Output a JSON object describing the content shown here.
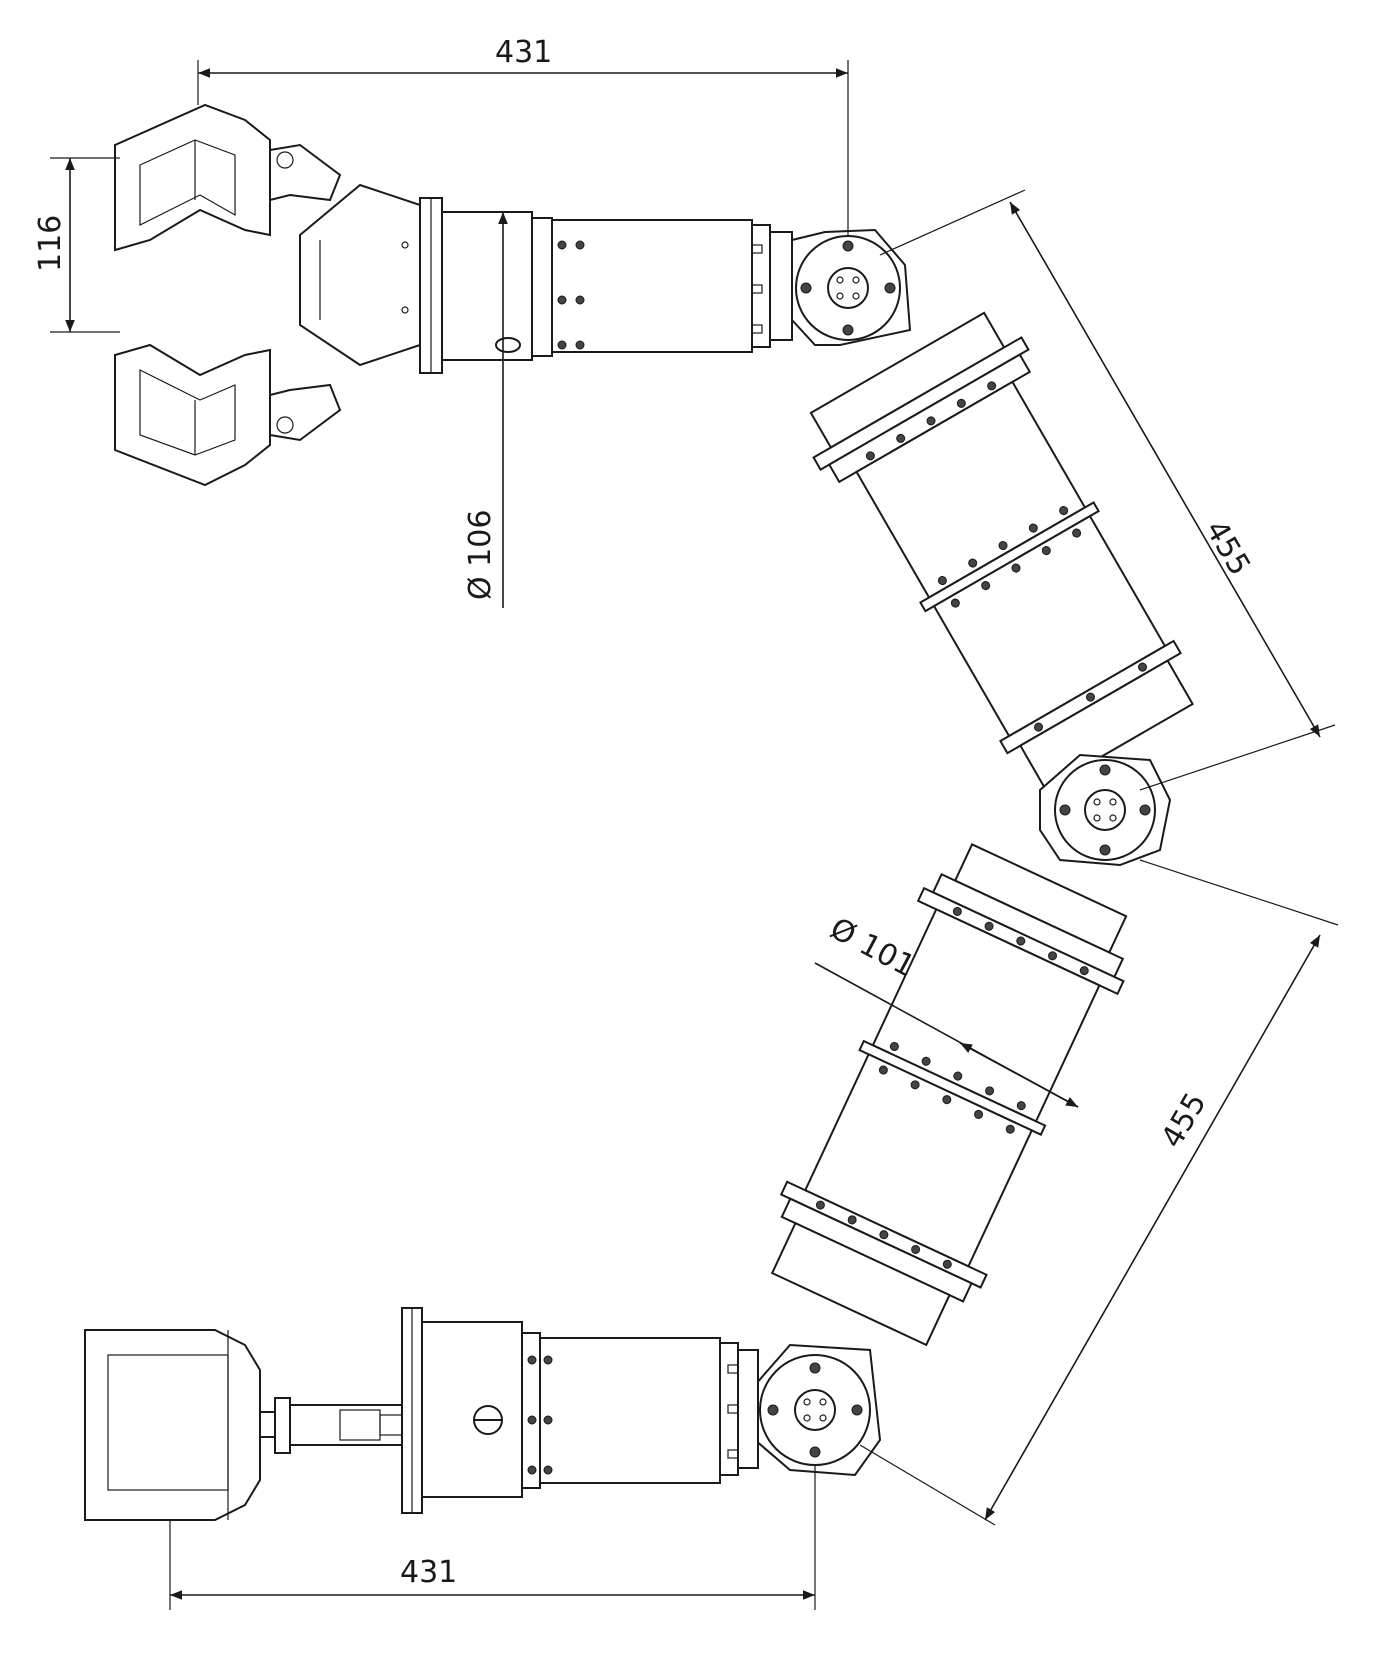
{
  "drawing": {
    "dimensions": {
      "top_width": "431",
      "gripper_opening": "116",
      "wrist_diameter": "Ø 106",
      "upper_link_length": "455",
      "lower_link_diameter": "Ø 101",
      "lower_link_length": "455",
      "bottom_width": "431"
    }
  }
}
